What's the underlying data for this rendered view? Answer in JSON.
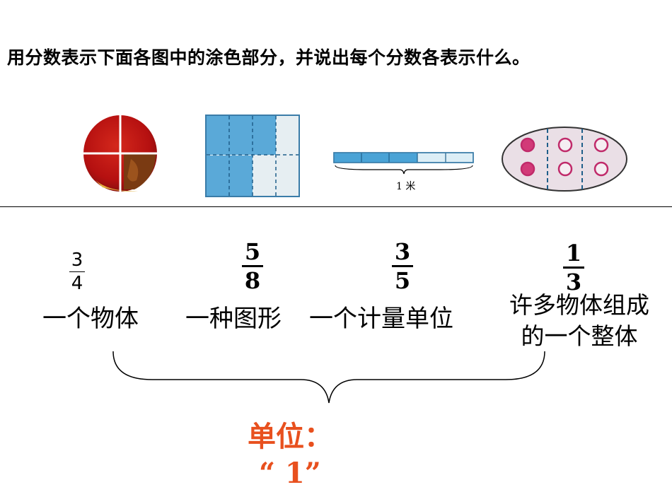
{
  "instruction": "用分数表示下面各图中的涂色部分，并说出每个分数各表示什么。",
  "figures": {
    "bar_label": "1 米"
  },
  "fractions": [
    {
      "numerator": "3",
      "denominator": "4",
      "label": "一个物体"
    },
    {
      "numerator": "5",
      "denominator": "8",
      "label": "一种图形"
    },
    {
      "numerator": "3",
      "denominator": "5",
      "label": "一个计量单位"
    },
    {
      "numerator": "1",
      "denominator": "3",
      "label_line1": "许多物体组成",
      "label_line2": "的一个整体"
    }
  ],
  "conclusion": {
    "line1": "单位：",
    "line2": "“ 1”"
  },
  "colors": {
    "shade_blue": "#5aa9d8",
    "shade_red": "#c0182a",
    "dot_pink": "#d23a78",
    "accent_orange": "#e8501e"
  }
}
